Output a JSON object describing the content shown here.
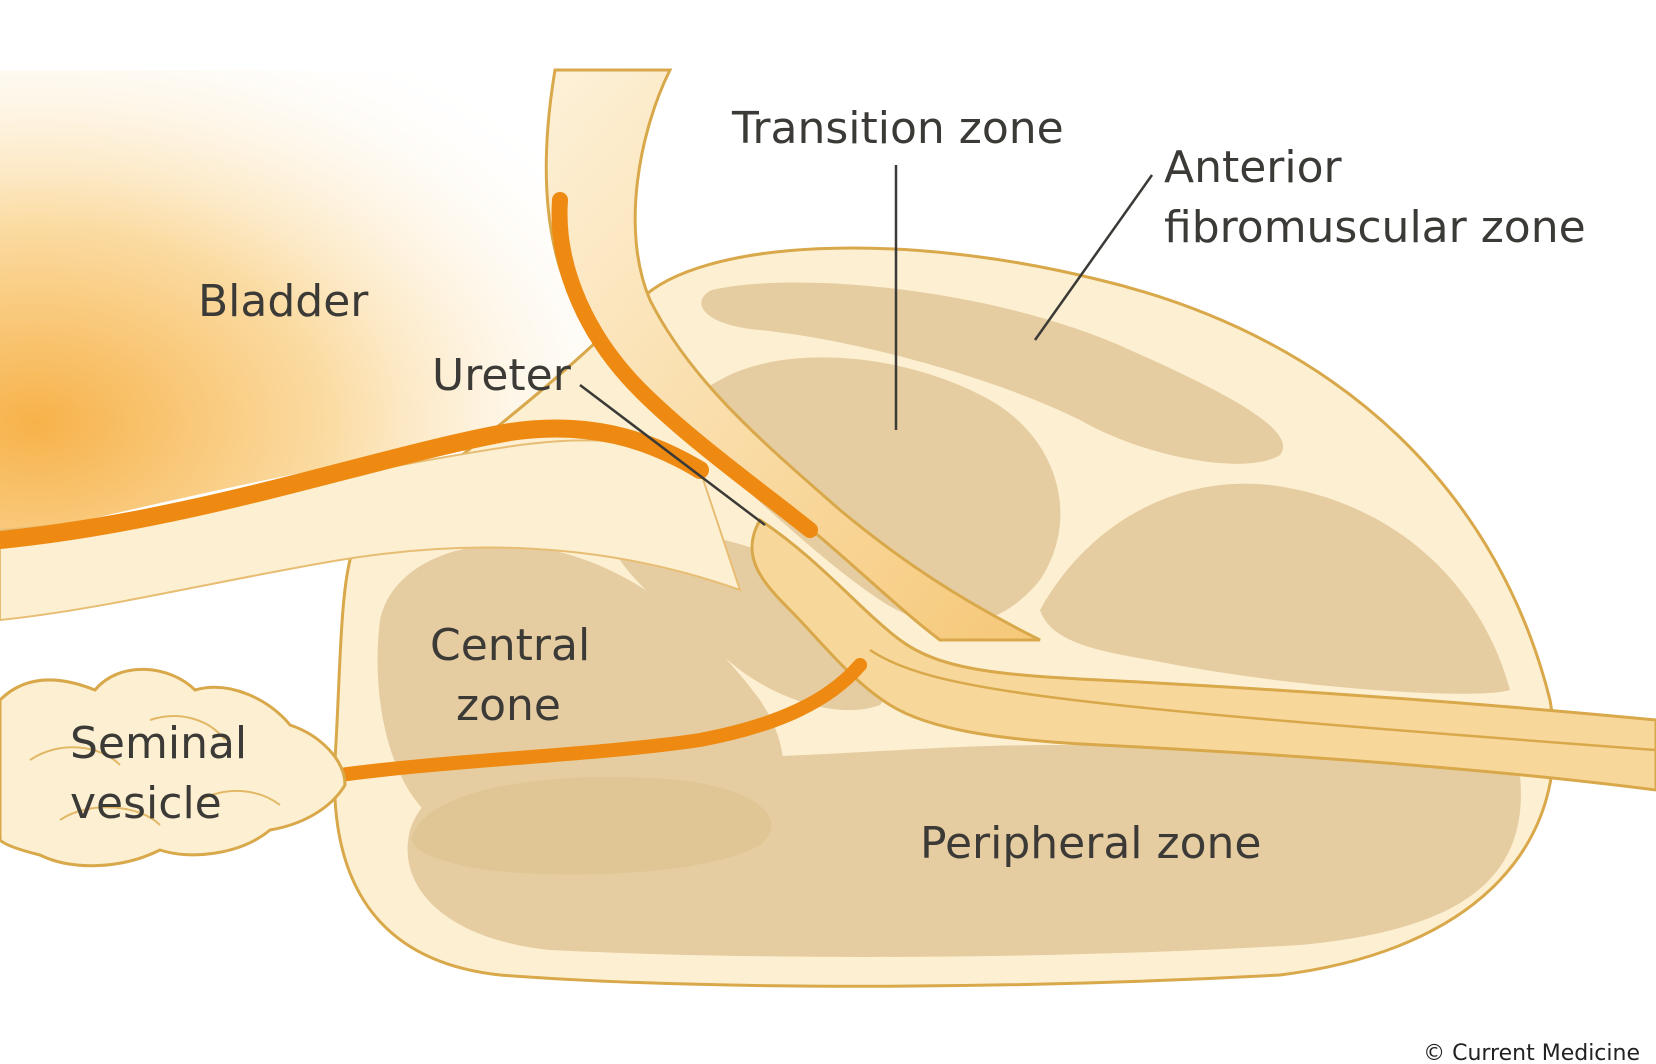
{
  "diagram": {
    "labels": {
      "bladder": "Bladder",
      "ureter": "Ureter",
      "transition_zone": "Transition zone",
      "anterior_line1": "Anterior",
      "anterior_line2": "fibromuscular zone",
      "central_line1": "Central",
      "central_line2": "zone",
      "seminal_line1": "Seminal",
      "seminal_line2": "vesicle",
      "peripheral_zone": "Peripheral zone"
    },
    "credit": "© Current Medicine",
    "colors": {
      "capsule": "#fdf0d2",
      "zone": "#e6cda1",
      "outline": "#d8a84a",
      "duct": "#ee8a12",
      "urethra": "#f5c673",
      "text": "#3c3a36"
    }
  }
}
